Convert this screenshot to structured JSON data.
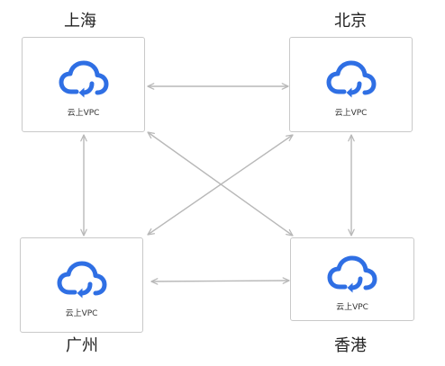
{
  "colors": {
    "cloud": "#2f6fe4",
    "box_border": "#c9c9c9",
    "connector": "#b8b8b8"
  },
  "nodes": [
    {
      "id": "shanghai",
      "city": "上海",
      "label": "云上VPC",
      "icon": "cloud-sync-icon"
    },
    {
      "id": "beijing",
      "city": "北京",
      "label": "云上VPC",
      "icon": "cloud-sync-icon"
    },
    {
      "id": "guangzhou",
      "city": "广州",
      "label": "云上VPC",
      "icon": "cloud-sync-icon"
    },
    {
      "id": "hongkong",
      "city": "香港",
      "label": "云上VPC",
      "icon": "cloud-sync-icon"
    }
  ],
  "edges": [
    {
      "from": "shanghai",
      "to": "beijing",
      "direction": "both"
    },
    {
      "from": "guangzhou",
      "to": "hongkong",
      "direction": "both"
    },
    {
      "from": "shanghai",
      "to": "guangzhou",
      "direction": "both"
    },
    {
      "from": "beijing",
      "to": "hongkong",
      "direction": "both"
    },
    {
      "from": "shanghai",
      "to": "hongkong",
      "direction": "both"
    },
    {
      "from": "beijing",
      "to": "guangzhou",
      "direction": "both"
    }
  ]
}
